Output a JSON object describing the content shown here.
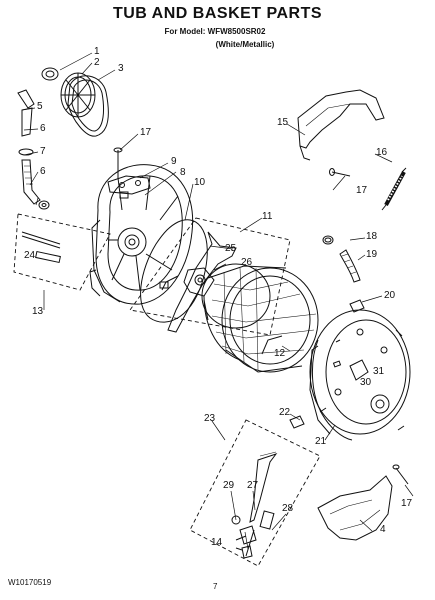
{
  "header": {
    "title": "TUB AND BASKET PARTS",
    "model_line": "For Model: WFW8500SR02",
    "variant_line": "(White/Metallic)"
  },
  "callouts": [
    "1",
    "2",
    "3",
    "4",
    "5",
    "6",
    "6",
    "7",
    "8",
    "9",
    "10",
    "11",
    "12",
    "13",
    "14",
    "15",
    "16",
    "17",
    "17",
    "17",
    "18",
    "19",
    "20",
    "21",
    "22",
    "23",
    "24",
    "25",
    "26",
    "27",
    "28",
    "29",
    "30",
    "31"
  ],
  "footer": {
    "doc_number": "W10170519",
    "page_number": "7"
  }
}
